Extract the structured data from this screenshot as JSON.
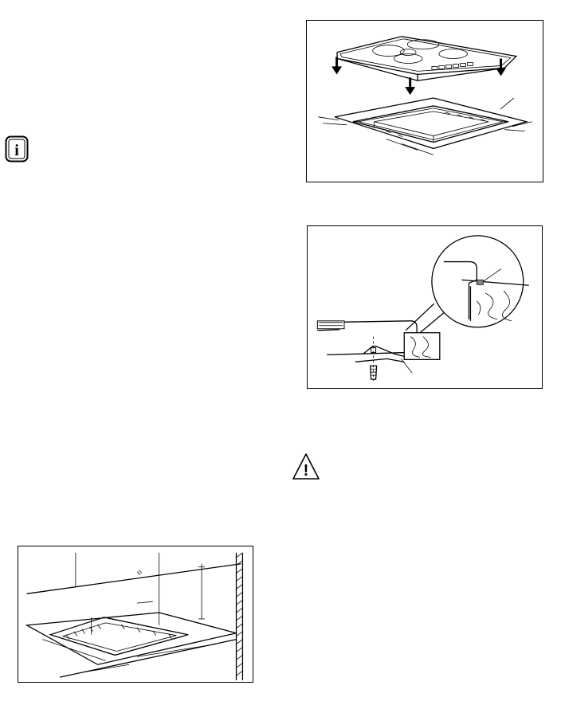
{
  "page": {
    "background": "#ffffff",
    "ink": "#000000"
  },
  "icons": {
    "info": "info-icon",
    "warning": "warning-triangle-icon"
  },
  "figures": [
    {
      "id": "hob-installation",
      "description_icon": "hob-into-worktop-illustration"
    },
    {
      "id": "seal-detail",
      "description_icon": "sealing-strip-detail-illustration"
    },
    {
      "id": "cutout-dimensions",
      "description_icon": "worktop-cutout-illustration"
    }
  ],
  "glyphs": {
    "info_letter": "i",
    "warning_mark": "!"
  }
}
